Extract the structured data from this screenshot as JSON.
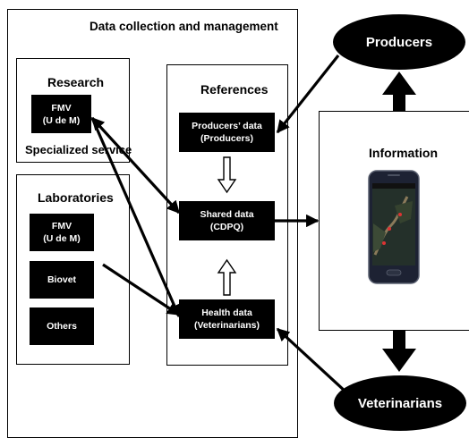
{
  "diagram": {
    "main_title": "Data collection and management",
    "research": {
      "title": "Research",
      "box": [
        "FMV",
        "(U de M)"
      ],
      "subtitle": "Specialized service"
    },
    "laboratories": {
      "title": "Laboratories",
      "boxes": [
        [
          "FMV",
          "(U de M)"
        ],
        [
          "Biovet"
        ],
        [
          "Others"
        ]
      ]
    },
    "references": {
      "title": "References",
      "producers_data": [
        "Producers’ data",
        "(Producers)"
      ],
      "shared_data": [
        "Shared data",
        "(CDPQ)"
      ],
      "health_data": [
        "Health data",
        "(Veterinarians)"
      ]
    },
    "information": {
      "title": "Information",
      "phone_image": "smartphone-map-icon"
    },
    "producers": "Producers",
    "veterinarians": "Veterinarians"
  }
}
